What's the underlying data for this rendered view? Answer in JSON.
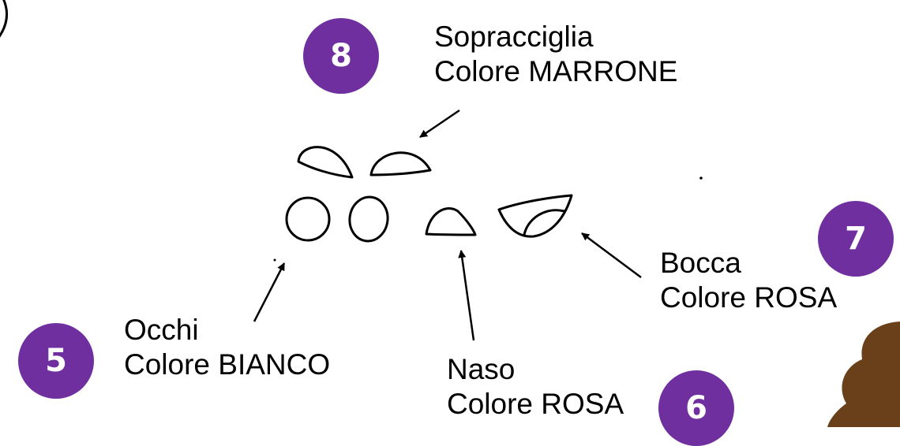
{
  "accent_color": "#6f2f9f",
  "brown_color": "#6a401b",
  "badges": {
    "eyebrows": "8",
    "mouth": "7",
    "eyes": "5",
    "nose": "6"
  },
  "labels": {
    "eyebrows": {
      "name": "Sopracciglia",
      "color": "Colore MARRONE"
    },
    "mouth": {
      "name": "Bocca",
      "color": "Colore ROSA"
    },
    "eyes": {
      "name": "Occhi",
      "color": "Colore BIANCO"
    },
    "nose": {
      "name": "Naso",
      "color": "Colore ROSA"
    }
  }
}
